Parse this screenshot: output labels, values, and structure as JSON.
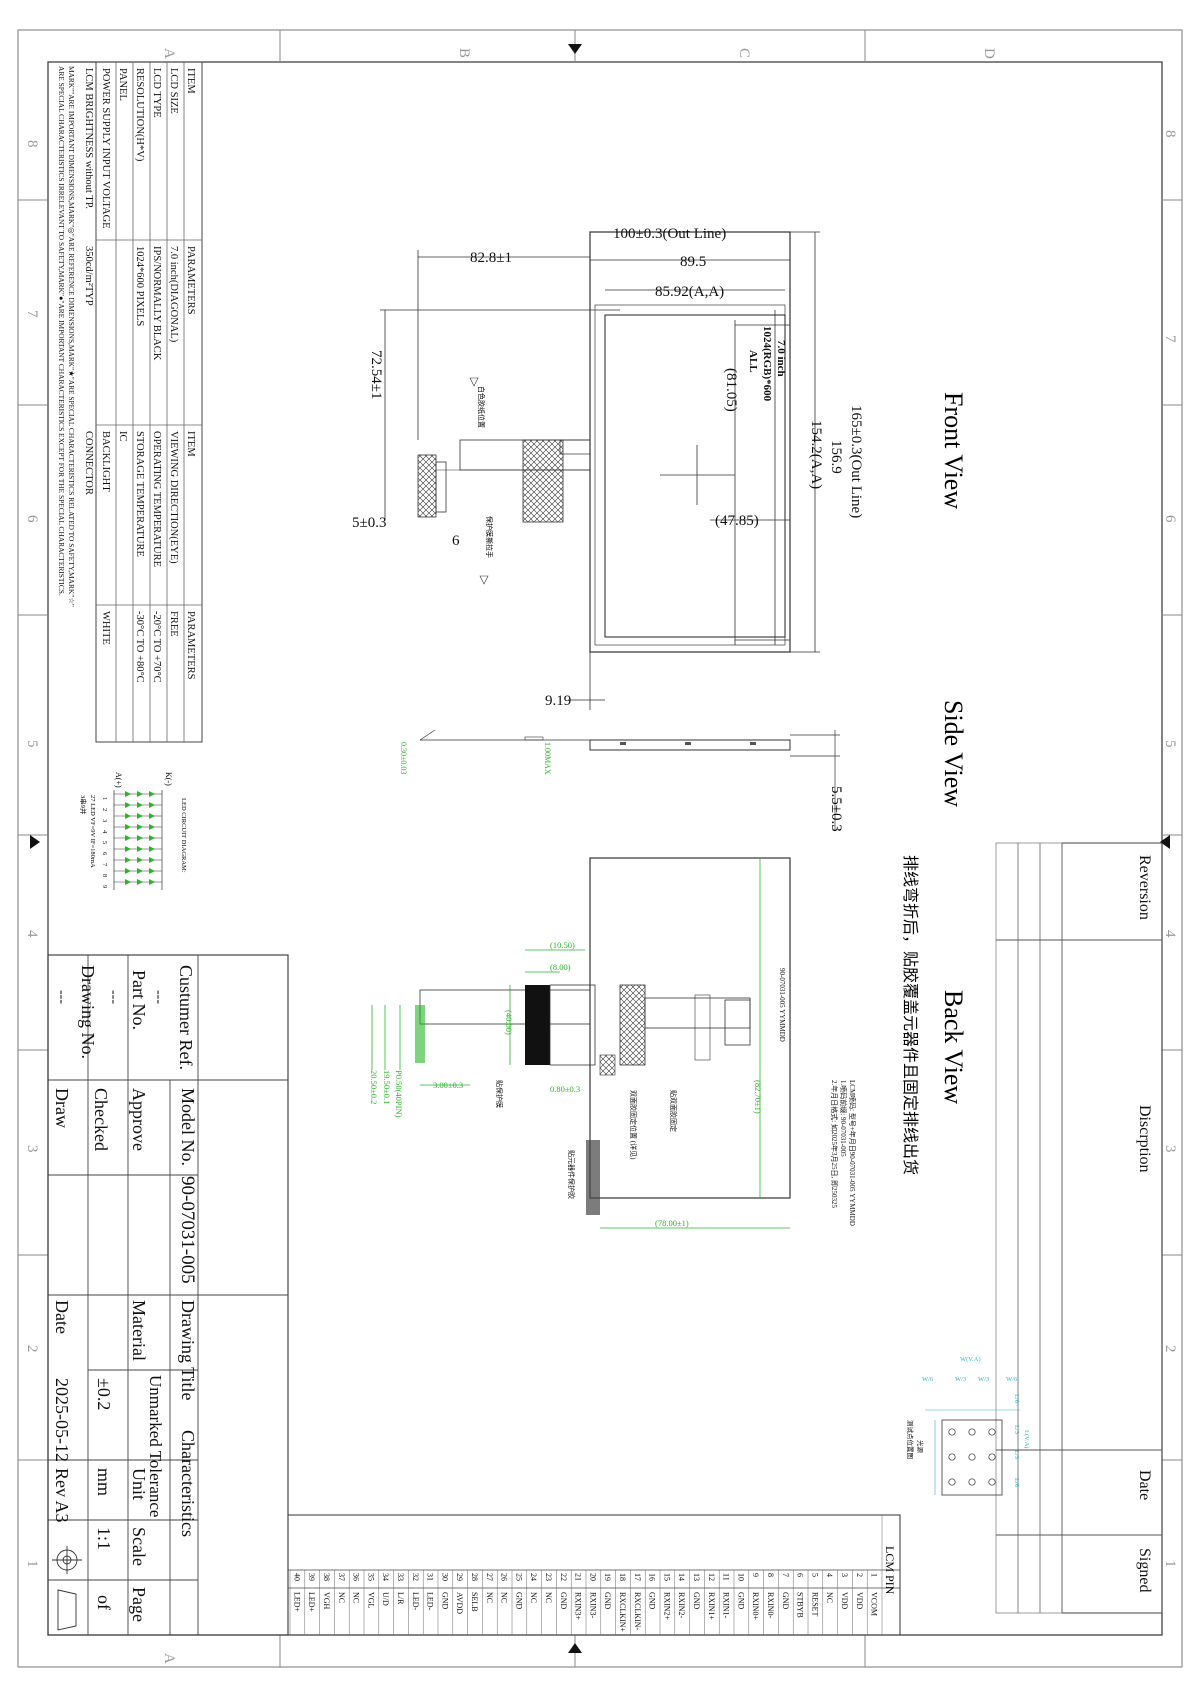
{
  "frame": {
    "columns": [
      "A",
      "B",
      "C",
      "D"
    ],
    "rows": [
      "8",
      "7",
      "6",
      "5",
      "4",
      "3",
      "2",
      "1"
    ]
  },
  "spec": {
    "header": [
      "ITEM",
      "PARAMETERS",
      "ITEM",
      "PARAMETERS"
    ],
    "left": [
      {
        "item": "LCD SIZE",
        "param": "7.0 inch(DIAGONAL)"
      },
      {
        "item": "LCD TYPE",
        "param": "IPS/NORMALLY BLACK"
      },
      {
        "item": "RESOLUTION(H*V)",
        "param": "1024*600 PIXELS"
      },
      {
        "item": "PANEL",
        "param": ""
      },
      {
        "item": "POWER SUPPLY INPUT VOLTAGE",
        "param": ""
      },
      {
        "item": "LCM BRIGHTNESS without TP.",
        "param": "350cd/m²TYP"
      }
    ],
    "right": [
      {
        "item": "VIEWING DIRECTION(EYE)",
        "param": "FREE"
      },
      {
        "item": "OPERATING TEMPERATURE",
        "param": "-20°C TO +70°C"
      },
      {
        "item": "STORAGE TEMPERATURE",
        "param": "-30°C TO +80°C"
      },
      {
        "item": "IC",
        "param": ""
      },
      {
        "item": "BACKLIGHT",
        "param": "WHITE"
      },
      {
        "item": "CONNECTOR",
        "param": ""
      }
    ],
    "note1": "MARK\"\"ARE IMPORTANT DIMENSIONS,MARK\"◎\"ARE REFERENCE DIMENSIONS,MARK\"★\"ARE SPECIAL CHARACTERISTICS RELATED TO SAFETY,MARK\"☆\"",
    "note2": "ARE SPECIAL CHARACTERISTICS IRRELEVANT TO SAFETY,MARK\"●\"ARE IMPORTANT CHARACTERISTICS EXCEPT FOR THE SPECIAL CHARACTERISTICS."
  },
  "led": {
    "title": "LED CIRCUIT DIAGRAM:",
    "k_label": "K(-)",
    "a_label": "A(+)",
    "numbers": [
      "1",
      "2",
      "3",
      "4",
      "5",
      "6",
      "7",
      "8",
      "9"
    ],
    "note1": "27 LED VF=9V IF=180mA",
    "note2": "3串9并"
  },
  "views": {
    "front": "Front View",
    "side": "Side View",
    "back": "Back View",
    "back_note": "排线弯折后，贴胶覆盖元器件且固定排线出货"
  },
  "front_dims": {
    "outline_w": "100±0.3(Out Line)",
    "w2": "89.5",
    "aa_w": "85.92(A,A)",
    "outline_h": "165±0.3(Out Line)",
    "h2": "156.9",
    "aa_h": "154.2(A,A)",
    "fpc_x": "82.8±1",
    "fpc_y": "72.54±1",
    "fpc_w": "5±0.3",
    "fpc_pitch": "6",
    "center_x": "(47.85)",
    "center_y": "(81.05)",
    "offset": "9.19",
    "label_size": "7.0 inch",
    "label_res": "1024(RGB)*600",
    "label_all": "ALL",
    "note_white": "白色胶纸位置",
    "note_pad": "保护膜撕拉手"
  },
  "side_dims": {
    "thickness": "5.5±0.3",
    "d1": "0.30±0.03",
    "d2": "1.00MAX"
  },
  "back_dims": {
    "d1": "(10.50)",
    "d2": "(8.00)",
    "d3": "(40.00)",
    "d4": "3.00±0.3",
    "d5": "0.80±0.3",
    "d6": "(78.00±1)",
    "d7": "(82.70±1)",
    "pitch": "P0.50(40PIN)",
    "pw1": "19.50±0.1",
    "pw2": "20.50±0.2",
    "model_mark": "90-07031-005 YYMMDD",
    "lcm_note1": "LCM喷码: 型号+年月日90-07031-005 YYMMDD",
    "lcm_note2": "1.喷码前缀: 90-07031-005",
    "lcm_note3": "2.年月日格式: 如2025年3月25日, 即250325",
    "note_a": "贴双面胶固定",
    "note_b": "双面胶固定位置 (详见)",
    "note_c": "贴元器件保护胶",
    "note_d": "贴保护膜"
  },
  "pixel": {
    "w_label": "W(V.A)",
    "w6": "W/6",
    "w3": "W/3",
    "l_label": "L(V.A)",
    "l6": "L/6",
    "l3": "L/3",
    "caption1": "光源",
    "caption2": "测试点位置图"
  },
  "revision": {
    "headers": [
      "Reversion",
      "Discrption",
      "Date",
      "Signed"
    ]
  },
  "pins": {
    "title": "LCM PIN",
    "items": [
      {
        "no": "1",
        "name": "VCOM"
      },
      {
        "no": "2",
        "name": "VDD"
      },
      {
        "no": "3",
        "name": "VDD"
      },
      {
        "no": "4",
        "name": "NC"
      },
      {
        "no": "5",
        "name": "RESET"
      },
      {
        "no": "6",
        "name": "STBYB"
      },
      {
        "no": "7",
        "name": "GND"
      },
      {
        "no": "8",
        "name": "RXIN0-"
      },
      {
        "no": "9",
        "name": "RXIN0+"
      },
      {
        "no": "10",
        "name": "GND"
      },
      {
        "no": "11",
        "name": "RXIN1-"
      },
      {
        "no": "12",
        "name": "RXIN1+"
      },
      {
        "no": "13",
        "name": "GND"
      },
      {
        "no": "14",
        "name": "RXIN2-"
      },
      {
        "no": "15",
        "name": "RXIN2+"
      },
      {
        "no": "16",
        "name": "GND"
      },
      {
        "no": "17",
        "name": "RXCLKIN-"
      },
      {
        "no": "18",
        "name": "RXCLKIN+"
      },
      {
        "no": "19",
        "name": "GND"
      },
      {
        "no": "20",
        "name": "RXIN3-"
      },
      {
        "no": "21",
        "name": "RXIN3+"
      },
      {
        "no": "22",
        "name": "GND"
      },
      {
        "no": "23",
        "name": "NC"
      },
      {
        "no": "24",
        "name": "NC"
      },
      {
        "no": "25",
        "name": "GND"
      },
      {
        "no": "26",
        "name": "NC"
      },
      {
        "no": "27",
        "name": "NC"
      },
      {
        "no": "28",
        "name": "SELB"
      },
      {
        "no": "29",
        "name": "AVDD"
      },
      {
        "no": "30",
        "name": "GND"
      },
      {
        "no": "31",
        "name": "LED-"
      },
      {
        "no": "32",
        "name": "LED-"
      },
      {
        "no": "33",
        "name": "L/R"
      },
      {
        "no": "34",
        "name": "U/D"
      },
      {
        "no": "35",
        "name": "VGL"
      },
      {
        "no": "36",
        "name": "NC"
      },
      {
        "no": "37",
        "name": "NC"
      },
      {
        "no": "38",
        "name": "VGH"
      },
      {
        "no": "39",
        "name": "LED+"
      },
      {
        "no": "40",
        "name": "LED+"
      }
    ]
  },
  "titleblock": {
    "customer_label": "Custumer Ref.",
    "customer_val": "---",
    "part_label": "Part No.",
    "part_val": "---",
    "drawing_label": "Drawing No.",
    "drawing_val": "---",
    "model_label": "Model No.",
    "model_val": "90-07031-005",
    "drawing_title_label": "Drawing Title",
    "drawing_title_val": "Characteristics",
    "approve": "Approve",
    "checked": "Checked",
    "draw": "Draw",
    "material": "Material",
    "tolerance_label": "Unmarked Tolerance",
    "tolerance_val": "±0.2",
    "unit_label": "Unit",
    "unit_val": "mm",
    "scale_label": "Scale",
    "scale_val": "1:1",
    "page_label": "Page",
    "page_val": "of",
    "date_label": "Date",
    "date_val": "2025-05-12",
    "rev": "Rev A3"
  }
}
